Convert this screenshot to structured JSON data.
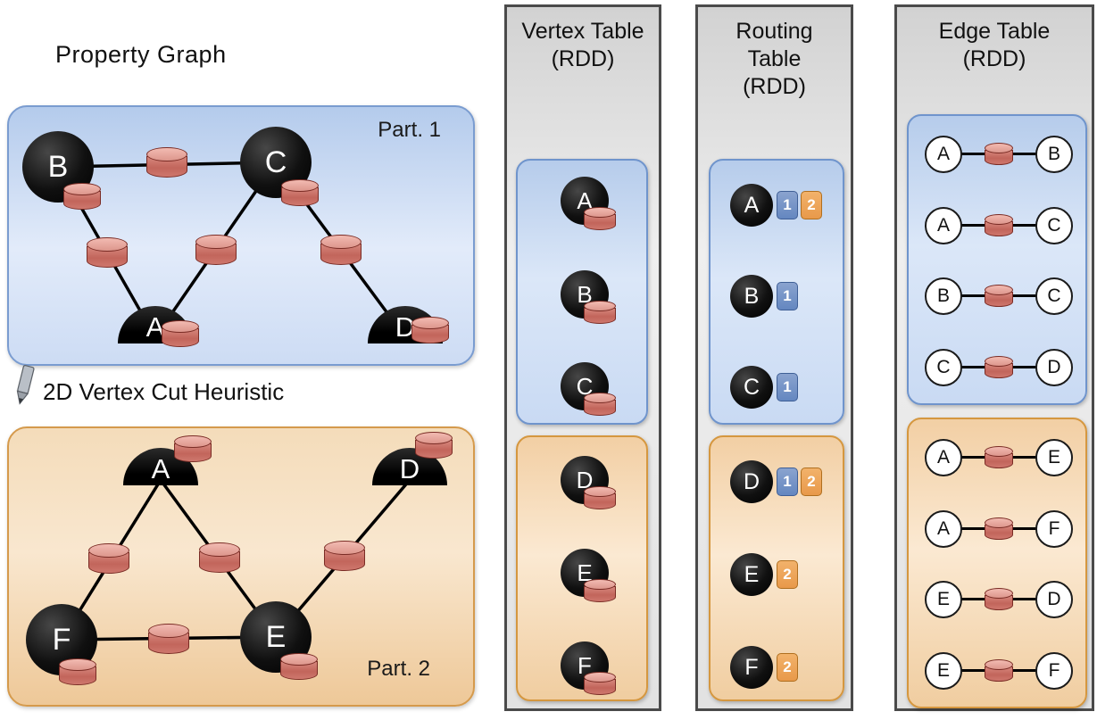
{
  "property_graph": {
    "title": "Property Graph",
    "annotation": "2D Vertex Cut Heuristic",
    "part1": {
      "label": "Part. 1",
      "vertices": [
        "B",
        "C",
        "A",
        "D"
      ]
    },
    "part2": {
      "label": "Part. 2",
      "vertices": [
        "A",
        "D",
        "F",
        "E"
      ]
    }
  },
  "vertex_table": {
    "title": "Vertex Table",
    "subtitle": "(RDD)",
    "part1_vertices": [
      "A",
      "B",
      "C"
    ],
    "part2_vertices": [
      "D",
      "E",
      "F"
    ]
  },
  "routing_table": {
    "title_line1": "Routing",
    "title_line2": "Table",
    "title_line3": "(RDD)",
    "part1_rows": [
      {
        "vertex": "A",
        "partitions": [
          "1",
          "2"
        ]
      },
      {
        "vertex": "B",
        "partitions": [
          "1"
        ]
      },
      {
        "vertex": "C",
        "partitions": [
          "1"
        ]
      }
    ],
    "part2_rows": [
      {
        "vertex": "D",
        "partitions": [
          "1",
          "2"
        ]
      },
      {
        "vertex": "E",
        "partitions": [
          "2"
        ]
      },
      {
        "vertex": "F",
        "partitions": [
          "2"
        ]
      }
    ]
  },
  "edge_table": {
    "title": "Edge Table",
    "subtitle": "(RDD)",
    "part1_edges": [
      [
        "A",
        "B"
      ],
      [
        "A",
        "C"
      ],
      [
        "B",
        "C"
      ],
      [
        "C",
        "D"
      ]
    ],
    "part2_edges": [
      [
        "A",
        "E"
      ],
      [
        "A",
        "F"
      ],
      [
        "E",
        "D"
      ],
      [
        "E",
        "F"
      ]
    ]
  },
  "colors": {
    "partition1_fill": "#cddcf4",
    "partition2_fill": "#f4dcba",
    "cylinder": "#c2655b",
    "routing_blue": "#6487c0",
    "routing_orange": "#e8994a"
  }
}
